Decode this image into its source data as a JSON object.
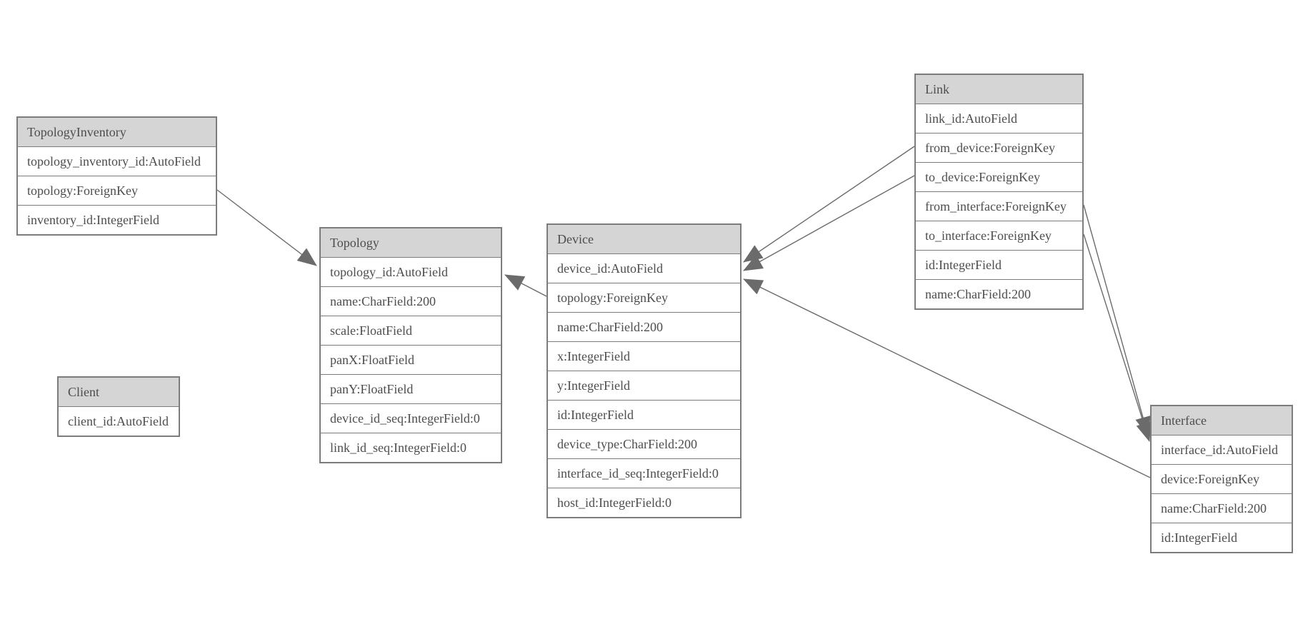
{
  "colors": {
    "background": "#ffffff",
    "header_bg": "#d5d5d5",
    "border": "#7c7c7c",
    "text": "#4d4d4d",
    "edge": "#6b6b6b"
  },
  "tables": [
    {
      "title": "TopologyInventory",
      "fields": [
        "topology_inventory_id:AutoField",
        "topology:ForeignKey",
        "inventory_id:IntegerField"
      ]
    },
    {
      "title": "Topology",
      "fields": [
        "topology_id:AutoField",
        "name:CharField:200",
        "scale:FloatField",
        "panX:FloatField",
        "panY:FloatField",
        "device_id_seq:IntegerField:0",
        "link_id_seq:IntegerField:0"
      ]
    },
    {
      "title": "Client",
      "fields": [
        "client_id:AutoField"
      ]
    },
    {
      "title": "Device",
      "fields": [
        "device_id:AutoField",
        "topology:ForeignKey",
        "name:CharField:200",
        "x:IntegerField",
        "y:IntegerField",
        "id:IntegerField",
        "device_type:CharField:200",
        "interface_id_seq:IntegerField:0",
        "host_id:IntegerField:0"
      ]
    },
    {
      "title": "Link",
      "fields": [
        "link_id:AutoField",
        "from_device:ForeignKey",
        "to_device:ForeignKey",
        "from_interface:ForeignKey",
        "to_interface:ForeignKey",
        "id:IntegerField",
        "name:CharField:200"
      ]
    },
    {
      "title": "Interface",
      "fields": [
        "interface_id:AutoField",
        "device:ForeignKey",
        "name:CharField:200",
        "id:IntegerField"
      ]
    }
  ],
  "edges": [
    {
      "from": "TopologyInventory.topology",
      "to": "Topology.topology_id"
    },
    {
      "from": "Device.topology",
      "to": "Topology.topology_id"
    },
    {
      "from": "Link.from_device",
      "to": "Device.device_id"
    },
    {
      "from": "Link.to_device",
      "to": "Device.device_id"
    },
    {
      "from": "Interface.device",
      "to": "Device.device_id"
    },
    {
      "from": "Link.from_interface",
      "to": "Interface.interface_id"
    },
    {
      "from": "Link.to_interface",
      "to": "Interface.interface_id"
    }
  ]
}
